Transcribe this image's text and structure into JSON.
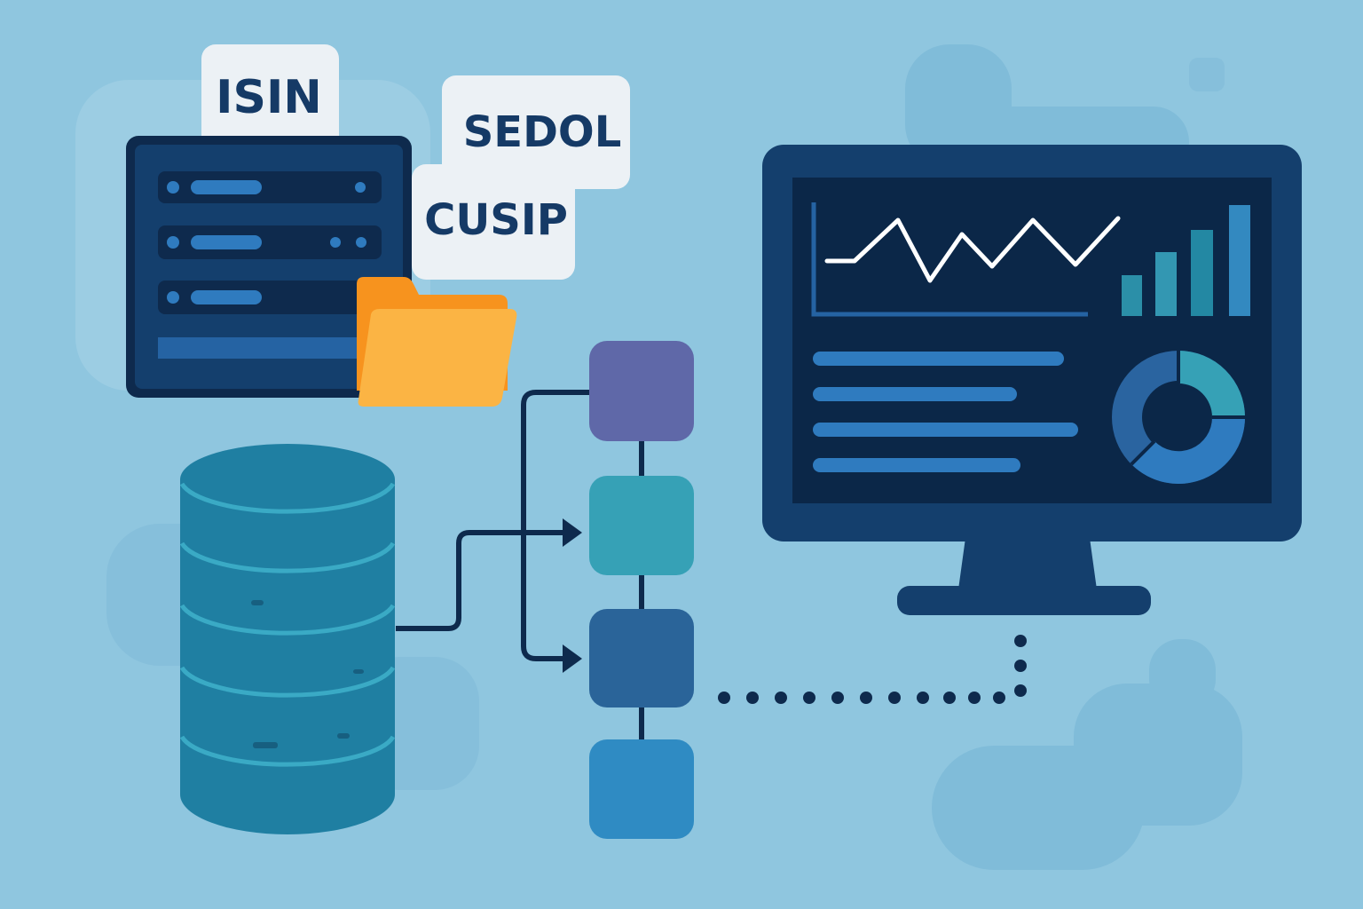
{
  "labels": {
    "isin": "ISIN",
    "sedol": "SEDOL",
    "cusip": "CUSIP"
  },
  "colors": {
    "background": "#8fc6df",
    "navy": "#0e2a4d",
    "folder": "#f9b342",
    "database": "#1f7fa2",
    "node_purple": "#5f68a8",
    "node_teal": "#36a1b6",
    "node_darkblue": "#2a6499",
    "node_blue": "#2f8bc3"
  }
}
